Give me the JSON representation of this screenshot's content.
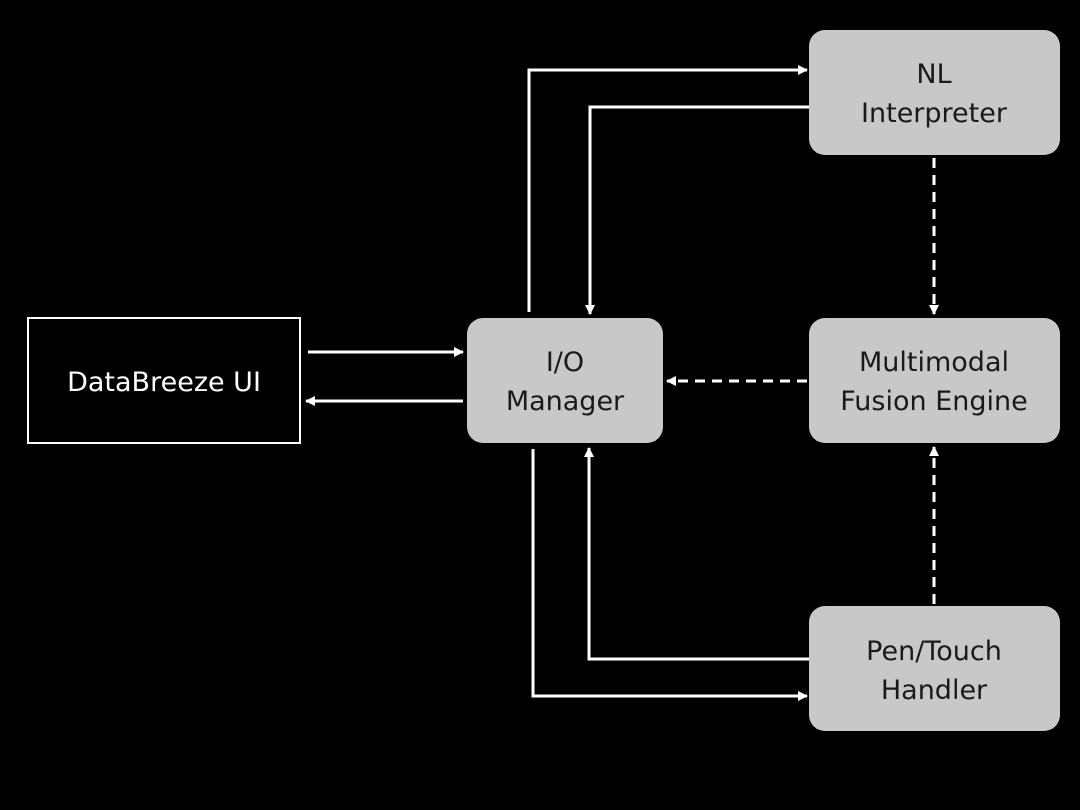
{
  "colors": {
    "background": "#000000",
    "box_fill": "#c8c8c8",
    "box_text": "#1a1a1a",
    "ui_box_border": "#ffffff",
    "ui_box_text": "#ffffff",
    "arrow": "#ffffff"
  },
  "nodes": {
    "databreeze_ui": {
      "label": "DataBreeze UI"
    },
    "io_manager": {
      "label_line1": "I/O",
      "label_line2": "Manager"
    },
    "nl_interpreter": {
      "label_line1": "NL",
      "label_line2": "Interpreter"
    },
    "fusion_engine": {
      "label_line1": "Multimodal",
      "label_line2": "Fusion Engine"
    },
    "pen_touch_handler": {
      "label_line1": "Pen/Touch",
      "label_line2": "Handler"
    }
  },
  "edges": [
    {
      "from": "DataBreeze UI",
      "to": "I/O Manager",
      "style": "solid"
    },
    {
      "from": "I/O Manager",
      "to": "DataBreeze UI",
      "style": "solid"
    },
    {
      "from": "I/O Manager",
      "to": "NL Interpreter",
      "style": "solid"
    },
    {
      "from": "NL Interpreter",
      "to": "I/O Manager",
      "style": "solid"
    },
    {
      "from": "NL Interpreter",
      "to": "Multimodal Fusion Engine",
      "style": "dashed"
    },
    {
      "from": "Multimodal Fusion Engine",
      "to": "I/O Manager",
      "style": "dashed"
    },
    {
      "from": "Pen/Touch Handler",
      "to": "Multimodal Fusion Engine",
      "style": "dashed"
    },
    {
      "from": "I/O Manager",
      "to": "Pen/Touch Handler",
      "style": "solid"
    },
    {
      "from": "Pen/Touch Handler",
      "to": "I/O Manager",
      "style": "solid"
    }
  ]
}
